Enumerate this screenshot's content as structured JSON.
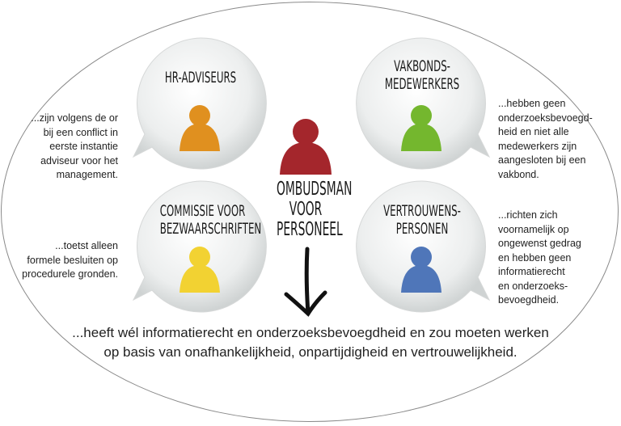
{
  "colors": {
    "hr": "#e0901f",
    "vakbond": "#74b72e",
    "commissie": "#f2d232",
    "vertrouwens": "#4f76b9",
    "ombudsman": "#a4262c"
  },
  "bubbles": [
    {
      "title_lines": [
        "HR-ADVISEURS"
      ],
      "icon": "person-icon",
      "description_lines": [
        "...zijn volgens de or",
        "bij een conflict in",
        "eerste instantie",
        "adviseur voor het",
        "management."
      ]
    },
    {
      "title_lines": [
        "VAKBONDS-",
        "MEDEWERKERS"
      ],
      "icon": "person-icon",
      "description_lines": [
        "...hebben geen",
        "onderzoeksbevoegd-",
        "heid en niet alle",
        "medewerkers zijn",
        "aangesloten bij een",
        "vakbond."
      ]
    },
    {
      "title_lines": [
        "COMMISSIE VOOR",
        "BEZWAARSCHRIFTEN"
      ],
      "icon": "person-icon",
      "description_lines": [
        "...toetst alleen",
        "formele besluiten op",
        "procedurele gronden."
      ]
    },
    {
      "title_lines": [
        "VERTROUWENS-",
        "PERSONEN"
      ],
      "icon": "person-icon",
      "description_lines": [
        "...richten zich",
        "voornamelijk op",
        "ongewenst gedrag",
        "en hebben geen",
        "informatierecht",
        "en onderzoeks-",
        "bevoegdheid."
      ]
    }
  ],
  "center": {
    "title_lines": [
      "OMBUDSMAN",
      "VOOR",
      "PERSONEEL"
    ],
    "icon": "person-icon",
    "arrow": "arrow-down-icon"
  },
  "conclusion_lines": [
    "...heeft wél informatierecht en onderzoeksbevoegdheid en zou moeten werken",
    "op basis van onafhankelijkheid, onpartijdigheid en vertrouwelijkheid."
  ]
}
